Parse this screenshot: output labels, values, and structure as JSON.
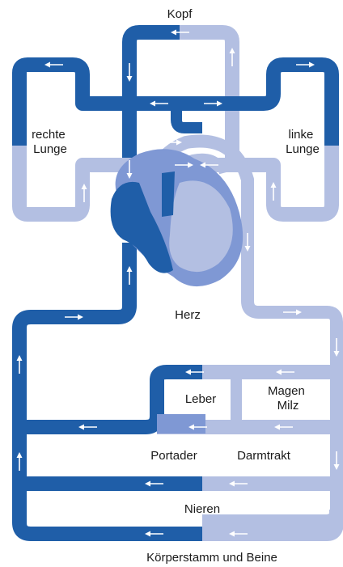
{
  "colors": {
    "dark": "#1f5ea8",
    "light": "#b3bfe2",
    "mid": "#7f98d4",
    "text": "#1a1a1a"
  },
  "labels": {
    "kopf": "Kopf",
    "rechte_lunge": "rechte\nLunge",
    "linke_lunge": "linke\nLunge",
    "herz": "Herz",
    "leber": "Leber",
    "magen_milz": "Magen\nMilz",
    "portader": "Portader",
    "darmtrakt": "Darmtrakt",
    "nieren": "Nieren",
    "koerperstamm": "Körperstamm und Beine"
  }
}
